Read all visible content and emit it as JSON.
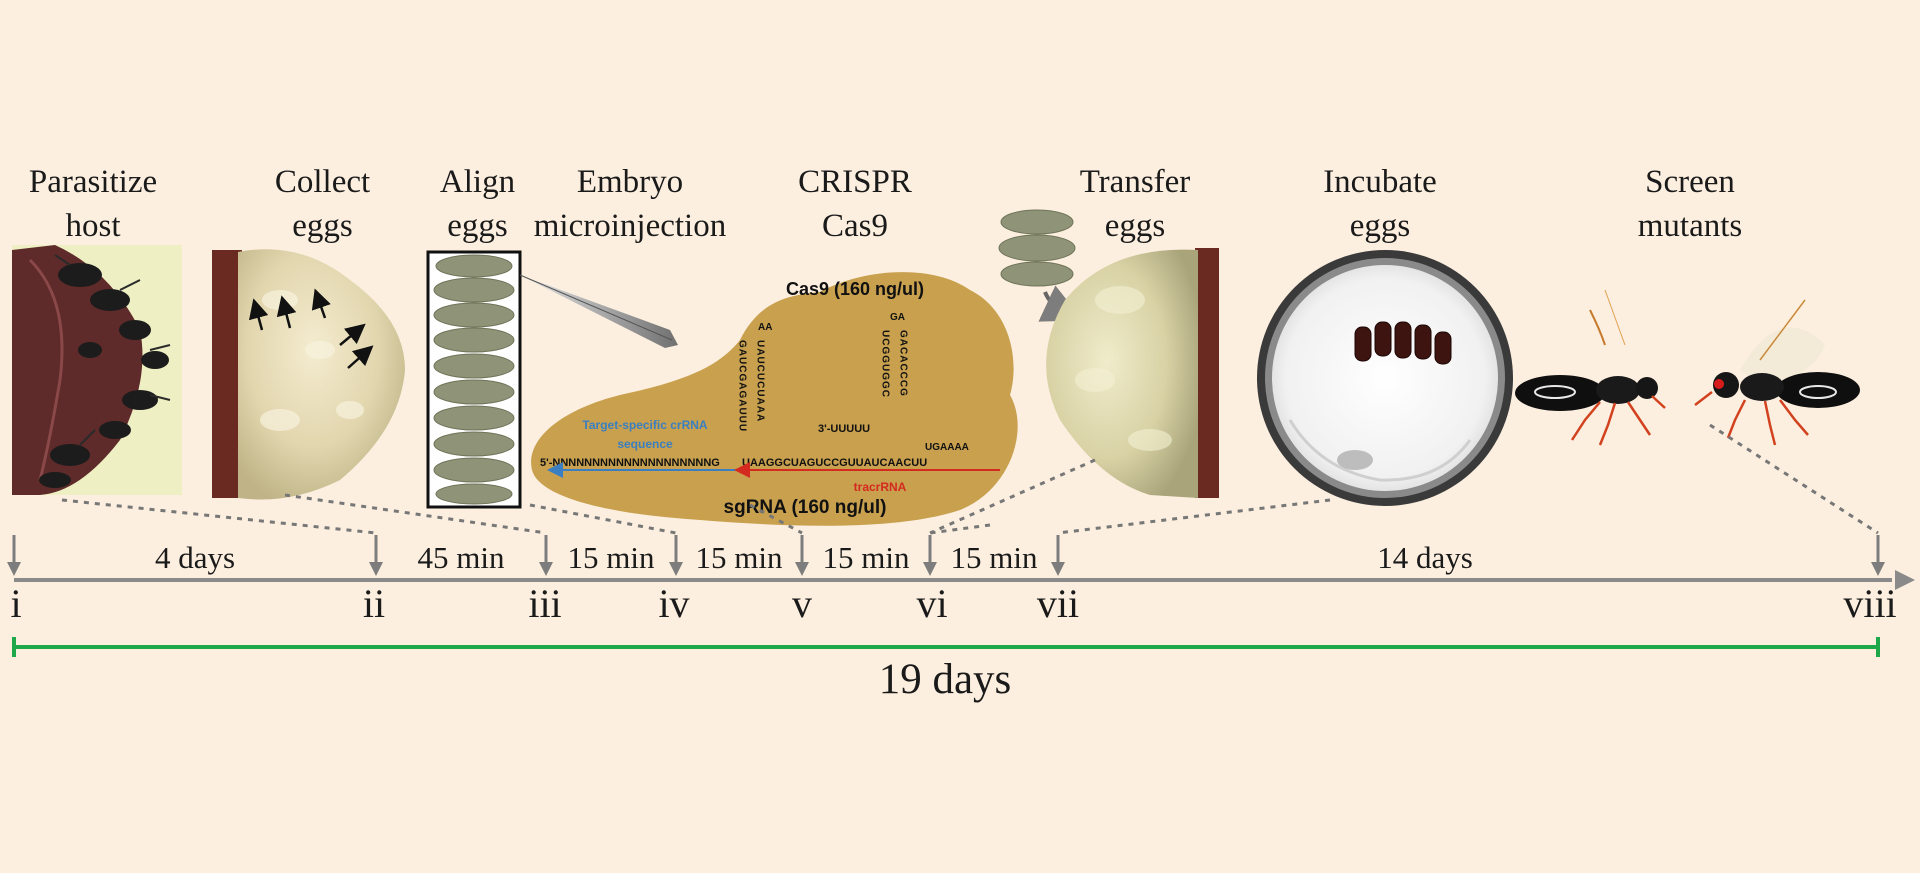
{
  "steps": [
    {
      "label": "Parasitize\nhost",
      "numeral": "i"
    },
    {
      "label": "Collect\neggs",
      "numeral": "ii"
    },
    {
      "label": "Align\neggs",
      "numeral": "iii"
    },
    {
      "label": "Embryo\nmicroinjection",
      "numeral": "iv"
    },
    {
      "label": "CRISPR\nCas9",
      "numeral": "v"
    },
    {
      "label": "Transfer\neggs",
      "numeral": "vi"
    },
    {
      "label": "Incubate\neggs",
      "numeral": "vii"
    },
    {
      "label": "Screen\nmutants",
      "numeral": "viii"
    }
  ],
  "intervals": [
    "4 days",
    "45 min",
    "15 min",
    "15 min",
    "15 min",
    "15 min",
    "14 days"
  ],
  "total": "19 days",
  "crispr": {
    "cas9_label": "Cas9 (160 ng/ul)",
    "sgrna_label": "sgRNA (160 ng/ul)",
    "crrna_label": "Target-specific crRNA",
    "crrna_label2": "sequence",
    "tracrrna_label": "tracrRNA",
    "five_prime": "5'-NNNNNNNNNNNNNNNNNNNNG",
    "bottom_seq": "UAAGGCUAGUCCGUUAUCAACUU",
    "three_prime": "3'-UUUUU",
    "stem1_left": "GAUCGAGAUUU",
    "stem1_right": "UAUCUCUAAA",
    "loop1": "AA",
    "stem2_left": "UCGGUGGC",
    "stem2_right": "GACACCCG",
    "loop2": "GA",
    "tail": "UGAAAA"
  },
  "colors": {
    "background": "#fcefdf",
    "timeline": "#8a8a8a",
    "total_bar": "#1fa84a",
    "crispr_fill": "#c8a04e",
    "crrna_arrow": "#3a7fc1",
    "tracrrna_arrow": "#d42a1f",
    "egg": "#8f9478"
  }
}
